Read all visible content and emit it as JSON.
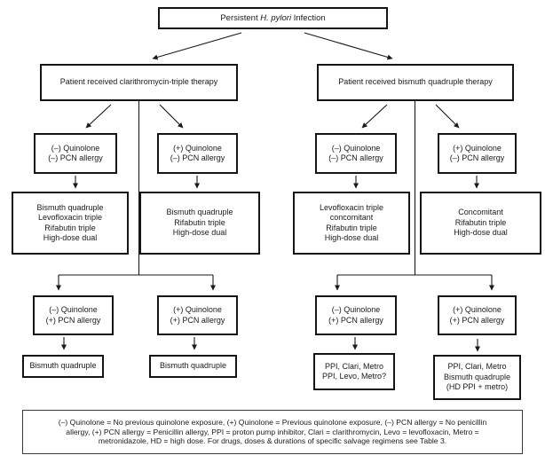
{
  "diagram": {
    "root": {
      "prefix": "Persistent ",
      "italic": "H. pylori",
      "suffix": " Infection"
    },
    "branch_left": "Patient received clarithromycin-triple therapy",
    "branch_right": "Patient received bismuth quadruple therapy",
    "clari_no_quin_no_pcn": [
      "(–) Quinolone",
      "(–) PCN allergy"
    ],
    "clari_quin_no_pcn": [
      "(+) Quinolone",
      "(–) PCN allergy"
    ],
    "bismuth_no_quin_no_pcn": [
      "(–) Quinolone",
      "(–) PCN allergy"
    ],
    "bismuth_quin_no_pcn": [
      "(+) Quinolone",
      "(–) PCN allergy"
    ],
    "clari_tx_no_pcn_no_quin": [
      "Bismuth quadruple",
      "Levofloxacin triple",
      "Rifabutin triple",
      "High-dose dual"
    ],
    "clari_tx_no_pcn_quin": [
      "Bismuth quadruple",
      "Rifabutin triple",
      "High-dose dual"
    ],
    "bismuth_tx_no_pcn_no_quin": [
      "Levofloxacin triple",
      "concomitant",
      "Rifabutin triple",
      "High-dose dual"
    ],
    "bismuth_tx_no_pcn_quin": [
      "Concomitant",
      "Rifabutin triple",
      "High-dose dual"
    ],
    "clari_no_quin_pcn": [
      "(–) Quinolone",
      "(+) PCN allergy"
    ],
    "clari_quin_pcn": [
      "(+) Quinolone",
      "(+) PCN allergy"
    ],
    "bismuth_no_quin_pcn": [
      "(–) Quinolone",
      "(+) PCN allergy"
    ],
    "bismuth_quin_pcn": [
      "(+) Quinolone",
      "(+) PCN allergy"
    ],
    "clari_tx_pcn_no_quin": [
      "Bismuth quadruple"
    ],
    "clari_tx_pcn_quin": [
      "Bismuth quadruple"
    ],
    "bismuth_tx_pcn_no_quin": [
      "PPI, Clari, Metro",
      "PPI, Levo, Metro?"
    ],
    "bismuth_tx_pcn_quin": [
      "PPI, Clari, Metro",
      "Bismuth quadruple",
      "(HD PPI + metro)"
    ],
    "footnote": [
      "(–) Quinolone = No previous quinolone exposure, (+) Quinolone = Previous quinolone exposure, (–) PCN allergy = No penicillin",
      "allergy, (+) PCN allergy = Penicillin allergy, PPI = proton pump inhibitor, Clari = clarithromycin, Levo = levofloxacin, Metro =",
      "metronidazole, HD = high dose. For drugs, doses & durations of specific salvage regimens see Table 3."
    ],
    "colors": {
      "line": "#1a1a1a",
      "border": "#151515",
      "background": "#ffffff",
      "text": "#1a1a1a"
    }
  }
}
